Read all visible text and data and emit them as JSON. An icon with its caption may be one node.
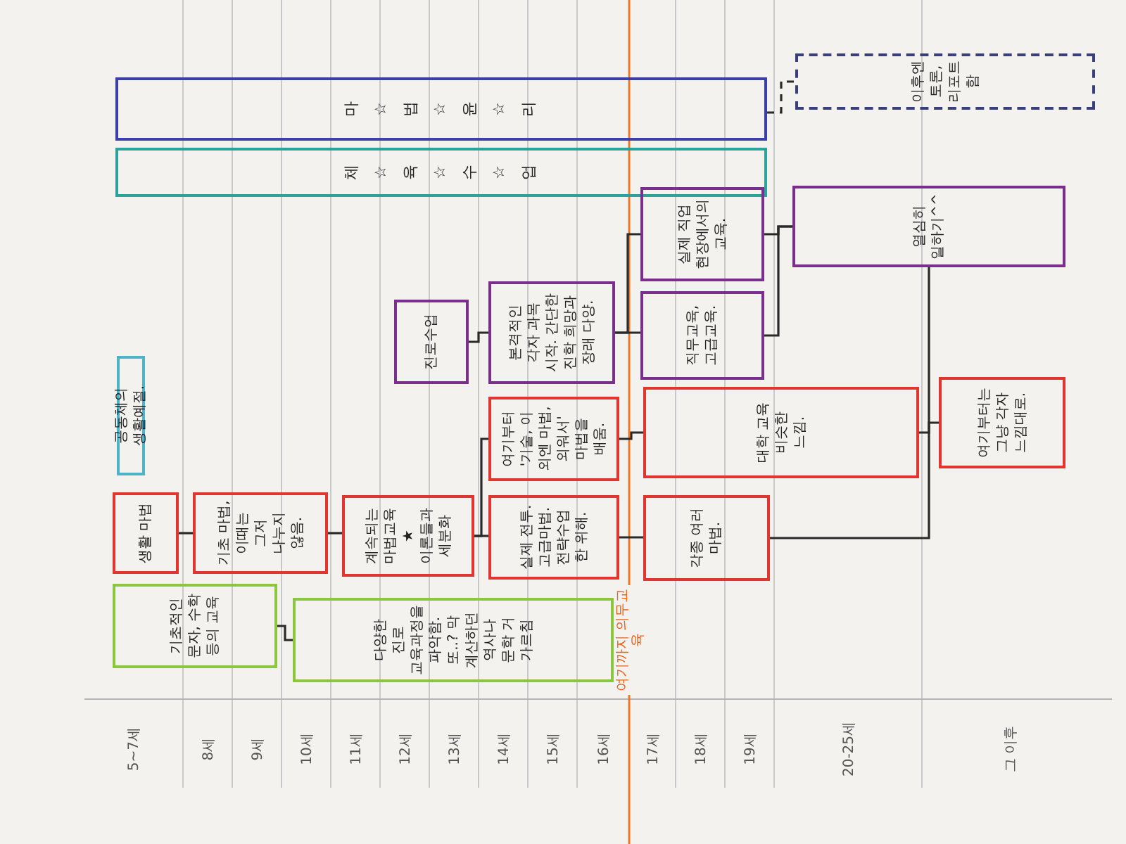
{
  "diagram": {
    "nodes": [
      {
        "text": [
          "마☆법☆윤☆리"
        ]
      },
      {
        "text": [
          "체☆육☆수☆업"
        ]
      },
      {
        "text": [
          "이후엔 토론, 리포트 함"
        ]
      },
      {
        "text": [
          "공동체의 생활예절."
        ]
      },
      {
        "text": [
          "생활 마법"
        ]
      },
      {
        "text": [
          "기초 마법, 이때는 그저 나누지 않음."
        ]
      },
      {
        "text": [
          "계속되는 마법교육★ 이론들과 세분화"
        ]
      },
      {
        "text": [
          "기초적인 문자, 수학 등의 교육"
        ]
      },
      {
        "text": [
          "다양한 진로 교육과정을 파악함. 또..? 막 계산하던 역사나 문학 거 가르침"
        ]
      },
      {
        "text": [
          "진로수업"
        ]
      },
      {
        "text": [
          "본격적인 각자 과목 시작. 간단한 진학 희망과 장래 다양."
        ]
      },
      {
        "text": [
          "여기부터 '기술, 이 외엔 마법, 외워서' 마법을 배움."
        ]
      },
      {
        "text": [
          "실제 전투. 고급마법. 전략수업 한 위해."
        ]
      },
      {
        "text": [
          "실제 직업 현장에서의 교육."
        ]
      },
      {
        "text": [
          "직무교육, 고급교육."
        ]
      },
      {
        "text": [
          "대학 교육 비슷한 느낌."
        ]
      },
      {
        "text": [
          "각종 여러 마법."
        ]
      },
      {
        "text": [
          "열심히 일하기^^"
        ]
      },
      {
        "text": [
          "여기부터는 그냥 각자 느낌대로."
        ]
      }
    ],
    "edges": [
      {
        "from": 0,
        "to": 2,
        "arrow": "none",
        "style": "dashed"
      },
      {
        "from": 4,
        "to": 5,
        "arrow": "none"
      },
      {
        "from": 5,
        "to": 6,
        "arrow": "none"
      },
      {
        "from": 6,
        "to": 11,
        "arrow": "none"
      },
      {
        "from": 6,
        "to": 12,
        "arrow": "none"
      },
      {
        "from": 7,
        "to": 8,
        "arrow": "none"
      },
      {
        "from": 9,
        "to": 10,
        "arrow": "none"
      },
      {
        "from": 10,
        "to": 13,
        "arrow": "none"
      },
      {
        "from": 10,
        "to": 14,
        "arrow": "none"
      },
      {
        "from": 11,
        "to": 15,
        "arrow": "none"
      },
      {
        "from": 12,
        "to": 16,
        "arrow": "none"
      },
      {
        "from": 16,
        "to": 17,
        "arrow": "none"
      },
      {
        "from": 14,
        "to": 17,
        "arrow": "none"
      },
      {
        "from": 13,
        "to": 17,
        "arrow": "none"
      },
      {
        "from": 15,
        "to": 18,
        "arrow": "none"
      }
    ],
    "labels": [
      "5~7세",
      "8세",
      "9세",
      "10세",
      "11세",
      "12세",
      "13세",
      "14세",
      "15세",
      "16세",
      "17세",
      "18세",
      "19세",
      "20-25세",
      "그 이후",
      "여기까지 의무교육"
    ]
  }
}
